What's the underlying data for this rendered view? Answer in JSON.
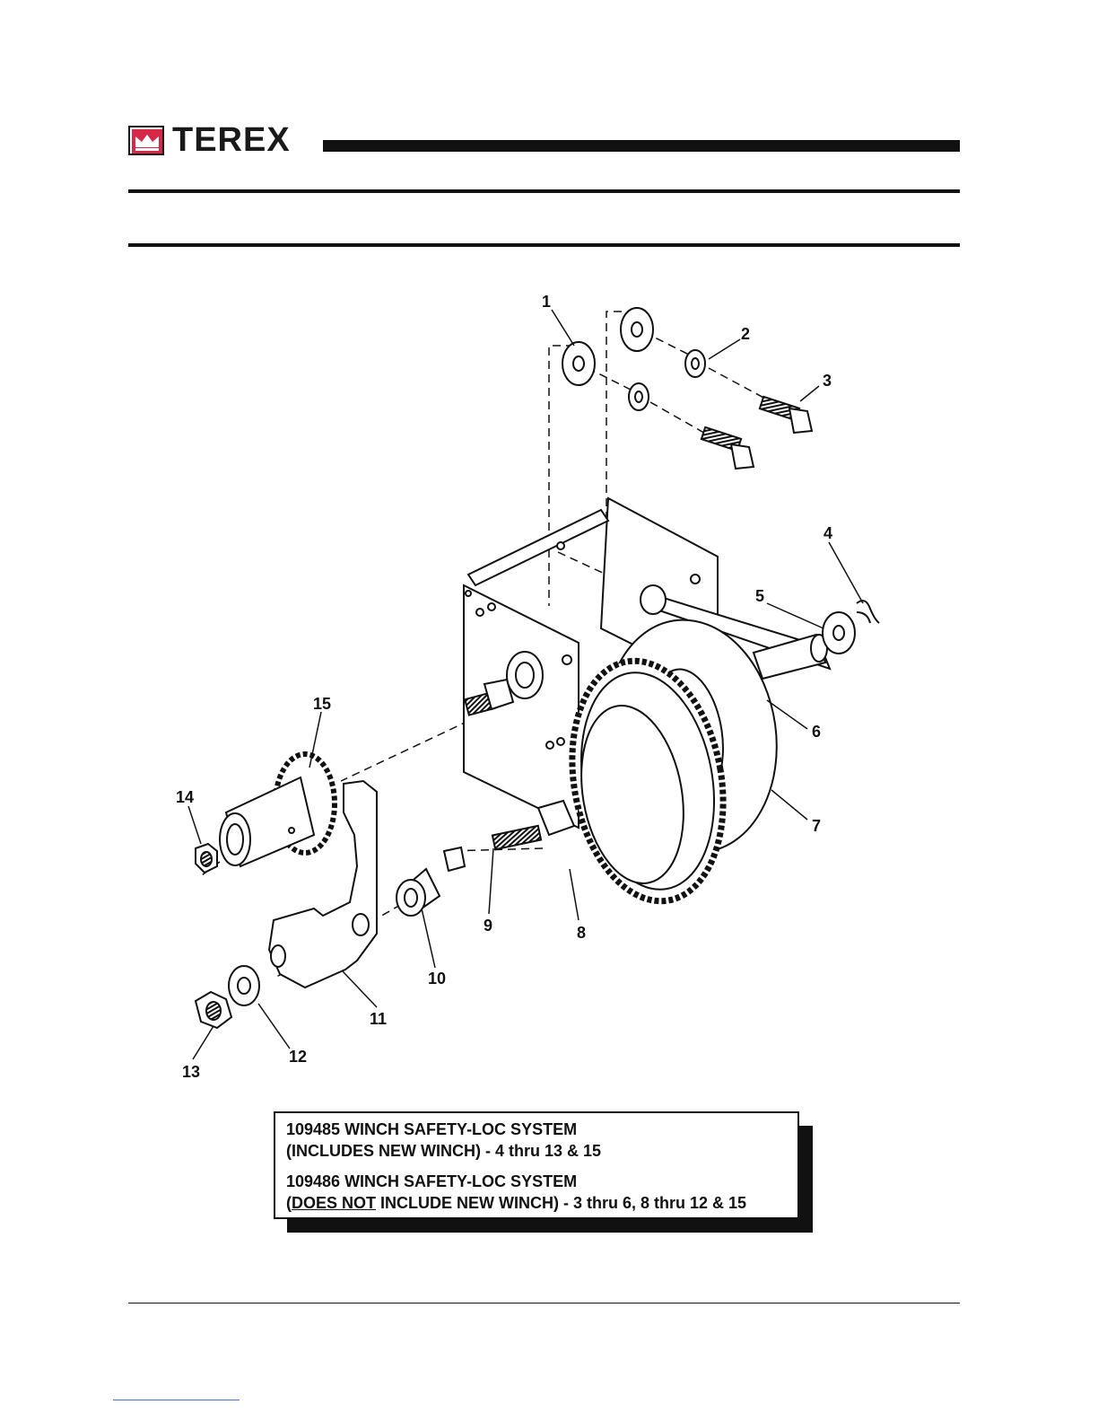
{
  "header": {
    "brand": "TEREX",
    "logo_icon": "crown-logo-icon",
    "accent_color": "#d6294a"
  },
  "diagram": {
    "callouts": [
      "1",
      "2",
      "3",
      "4",
      "5",
      "6",
      "7",
      "8",
      "9",
      "10",
      "11",
      "12",
      "13",
      "14",
      "15"
    ]
  },
  "kits": [
    {
      "line1": "109485  WINCH SAFETY-LOC SYSTEM",
      "line2": "(INCLUDES NEW WINCH) - 4 thru 13 & 15"
    },
    {
      "line1": "109486  WINCH SAFETY-LOC SYSTEM",
      "line2_open": "(",
      "line2_emph": "DOES NOT",
      "line2_rest": " INCLUDE NEW WINCH) - 3 thru 6, 8 thru 12 & 15"
    }
  ]
}
